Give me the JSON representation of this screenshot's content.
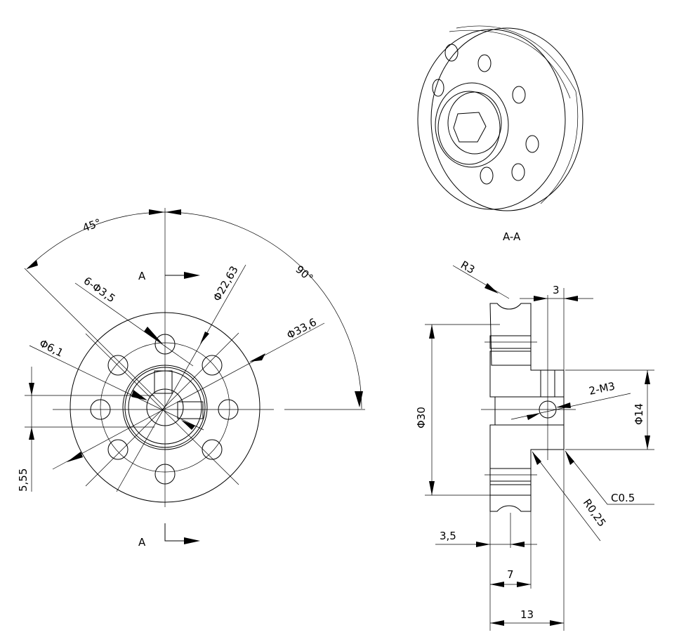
{
  "front_view": {
    "angle_45": "45°",
    "angle_90": "90°",
    "holes": "6-Φ3,5",
    "dia_pcd": "Φ22,63",
    "dia_outer": "Φ33,6",
    "dia_bore": "Φ6,1",
    "flat": "5,55",
    "section_mark_top": "A",
    "section_mark_bottom": "A"
  },
  "section_view": {
    "title": "A-A",
    "r3": "R3",
    "d3": "3",
    "d30": "Φ30",
    "d14": "Φ14",
    "thread": "2-M3",
    "chamfer": "C0.5",
    "r025": "R0,25",
    "d35": "3,5",
    "d7": "7",
    "d13": "13"
  }
}
